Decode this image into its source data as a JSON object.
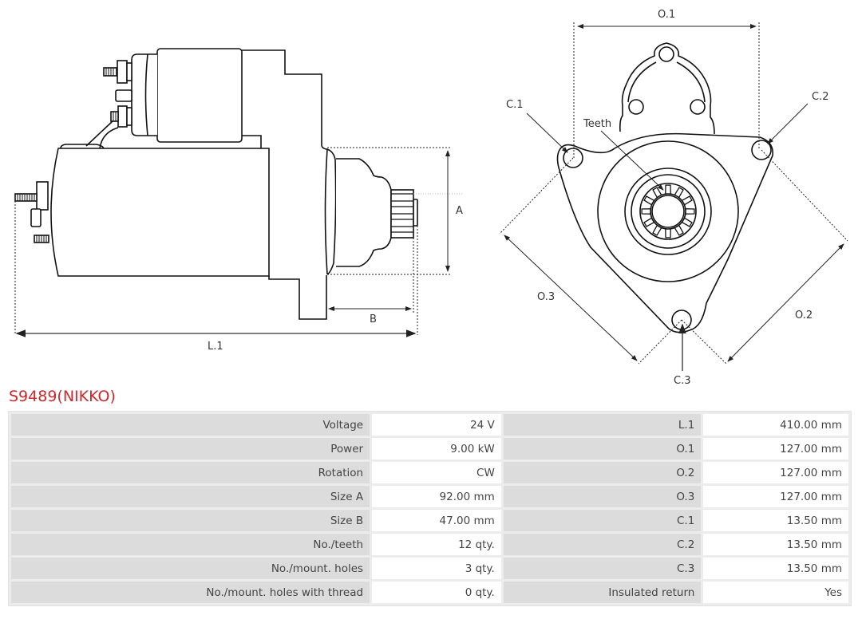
{
  "product": {
    "title": "S9489(NIKKO)",
    "title_color": "#d0262c"
  },
  "drawing": {
    "side_view": {
      "labels": {
        "a": "A",
        "b": "B",
        "l1": "L.1"
      }
    },
    "front_view": {
      "labels": {
        "o1": "O.1",
        "o2": "O.2",
        "o3": "O.3",
        "c1": "C.1",
        "c2": "C.2",
        "c3": "C.3",
        "teeth": "Teeth"
      },
      "teeth_count": 12
    }
  },
  "specs": {
    "rows": [
      {
        "label": "Voltage",
        "value": "24 V",
        "label2": "L.1",
        "value2": "410.00 mm"
      },
      {
        "label": "Power",
        "value": "9.00 kW",
        "label2": "O.1",
        "value2": "127.00 mm"
      },
      {
        "label": "Rotation",
        "value": "CW",
        "label2": "O.2",
        "value2": "127.00 mm"
      },
      {
        "label": "Size A",
        "value": "92.00 mm",
        "label2": "O.3",
        "value2": "127.00 mm"
      },
      {
        "label": "Size B",
        "value": "47.00 mm",
        "label2": "C.1",
        "value2": "13.50 mm"
      },
      {
        "label": "No./teeth",
        "value": "12 qty.",
        "label2": "C.2",
        "value2": "13.50 mm"
      },
      {
        "label": "No./mount. holes",
        "value": "3 qty.",
        "label2": "C.3",
        "value2": "13.50 mm"
      },
      {
        "label": "No./mount. holes with thread",
        "value": "0 qty.",
        "label2": "Insulated return",
        "value2": "Yes"
      }
    ]
  }
}
